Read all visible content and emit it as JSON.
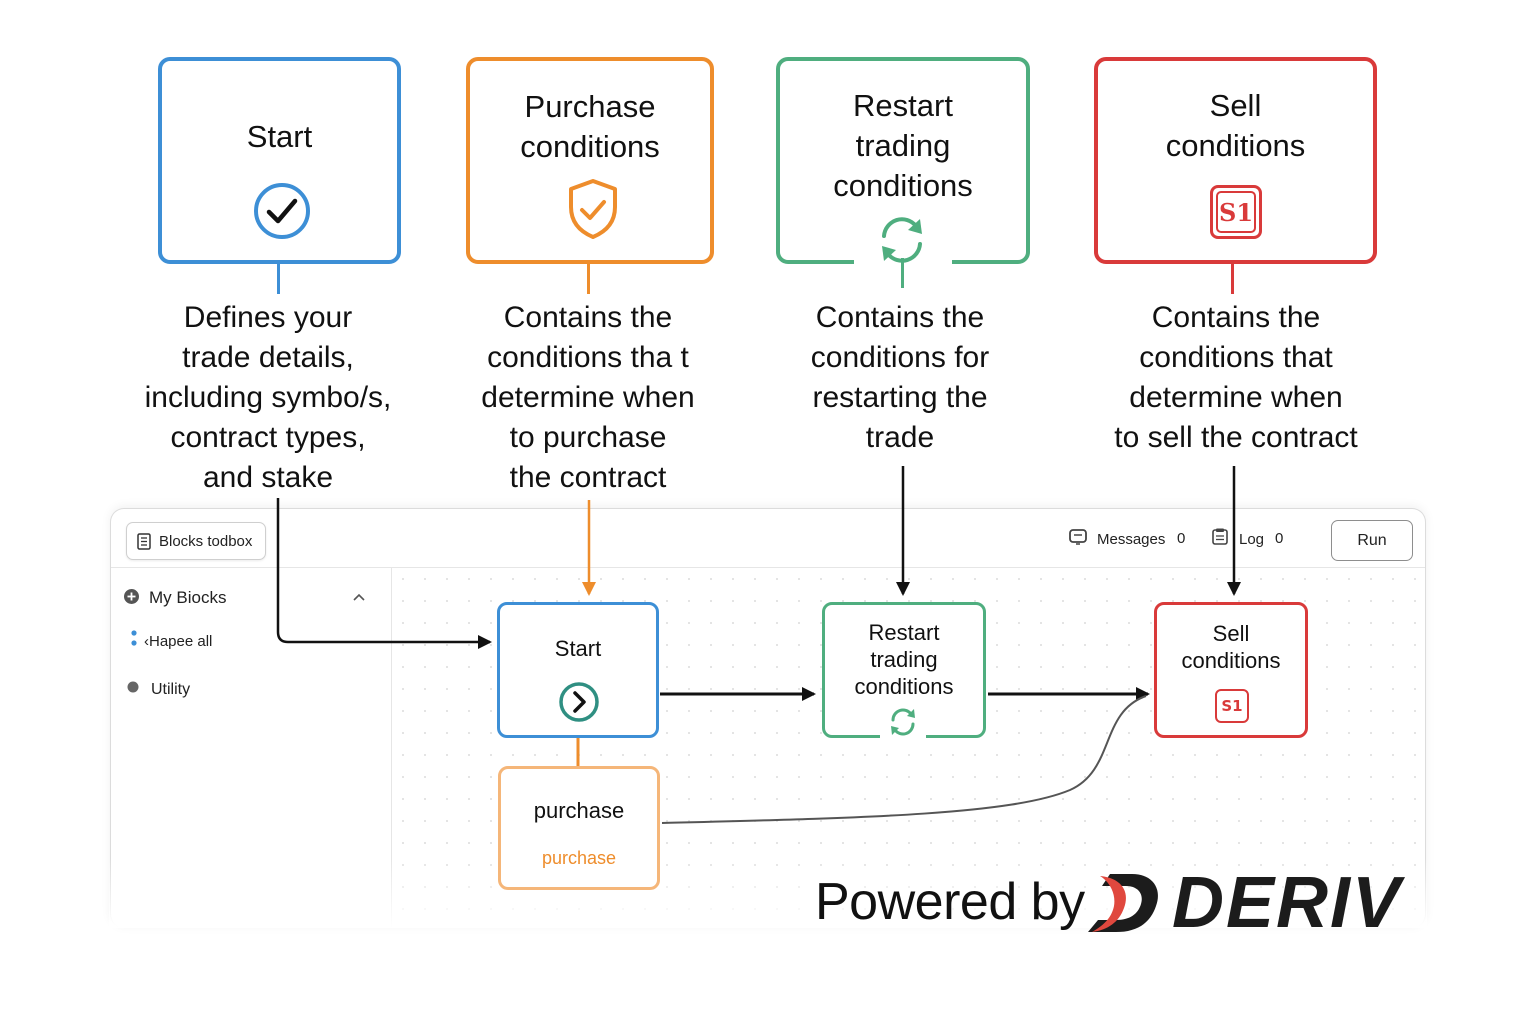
{
  "cards": [
    {
      "id": "start",
      "title_lines": [
        "Start"
      ],
      "color": "#3d8fd6",
      "desc_lines": [
        "Defines your",
        "trade details,",
        "including symbo/s,",
        "contract types,",
        "and stake"
      ]
    },
    {
      "id": "purchase",
      "title_lines": [
        "Purchase",
        "conditions"
      ],
      "color": "#ee8d2c",
      "desc_lines": [
        "Contains the",
        "conditions tha t",
        "determine when",
        "to purchase",
        "the contract"
      ]
    },
    {
      "id": "restart",
      "title_lines": [
        "Restart",
        "trading",
        "conditions"
      ],
      "color": "#4fae7f",
      "desc_lines": [
        "Contains the",
        "conditions for",
        "restarting the",
        "trade"
      ]
    },
    {
      "id": "sell",
      "title_lines": [
        "Sell",
        "conditions"
      ],
      "color": "#d93a3a",
      "desc_lines": [
        "Contains the",
        "conditions that",
        "determine when",
        "to sell the contract"
      ],
      "badge": "S1"
    }
  ],
  "toolbar": {
    "blocks_toolbox": "Blocks todbox",
    "messages_label": "Messages",
    "messages_count": "0",
    "log_label": "Log",
    "log_count": "0",
    "run_label": "Run"
  },
  "sidebar": {
    "my_blocks": "My Biocks",
    "items": [
      "‹Hapee all",
      "Utility"
    ]
  },
  "canvas": {
    "start": "Start",
    "restart_lines": [
      "Restart",
      "trading",
      "conditions"
    ],
    "sell_lines": [
      "Sell",
      "conditions"
    ],
    "sell_badge": "S1",
    "purchase_title": "purchase",
    "purchase_sub": "purchase"
  },
  "footer": {
    "powered_by": "Powered by",
    "brand": "DERIV"
  },
  "colors": {
    "blue": "#3d8fd6",
    "orange": "#ee8d2c",
    "green": "#4fae7f",
    "red": "#d93a3a",
    "purchase_sub": "#ee8d2c"
  }
}
